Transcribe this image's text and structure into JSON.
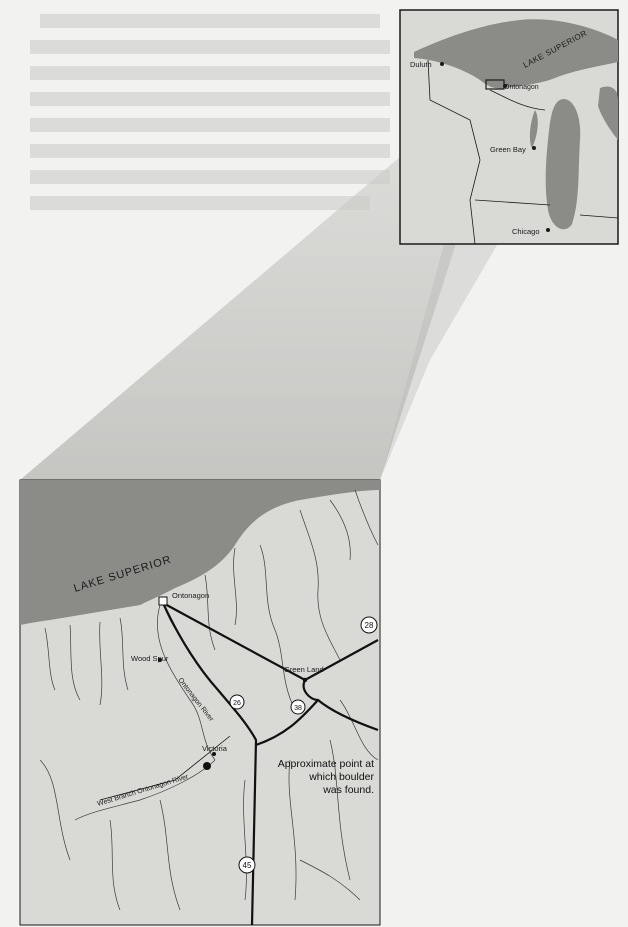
{
  "inset_map": {
    "water_label": "LAKE SUPERIOR",
    "places": [
      {
        "name": "Duluth"
      },
      {
        "name": "Ontonagon"
      },
      {
        "name": "Green Bay"
      },
      {
        "name": "Chicago"
      }
    ]
  },
  "detail_map": {
    "water_label": "LAKE SUPERIOR",
    "places": [
      {
        "name": "Ontonagon"
      },
      {
        "name": "Wood Spur"
      },
      {
        "name": "Green Land"
      },
      {
        "name": "Victoria"
      }
    ],
    "rivers": [
      {
        "name": "Ontonagon River"
      },
      {
        "name": "West Branch Ontonagon River"
      }
    ],
    "routes": [
      "26",
      "38",
      "45",
      "28"
    ],
    "callout": {
      "line1": "Approximate point at",
      "line2": "which boulder",
      "line3": "was found."
    }
  },
  "colors": {
    "paper": "#f2f2f0",
    "land": "#d9d9d6",
    "water": "#8b8b88",
    "line": "#1a1a1a"
  }
}
